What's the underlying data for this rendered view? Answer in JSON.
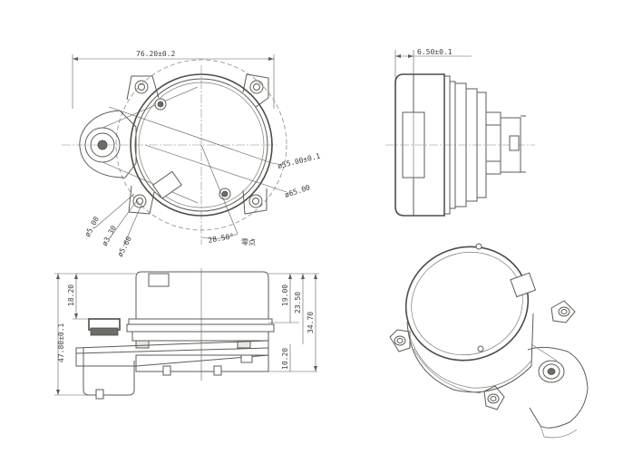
{
  "drawing": {
    "top_view": {
      "overall_width": "76.20±0.2",
      "circle_diameter": "ø55.00±0.1",
      "bolt_circle": "ø65.00",
      "hole_a": "ø5.00",
      "hole_b": "ø3.30",
      "hole_c": "ø5.60",
      "zero_angle": "28.50°",
      "zero_label": "零点"
    },
    "right_view": {
      "thickness": "6.50±0.1"
    },
    "front_view": {
      "upper_height": "18.20",
      "total_height": "47.80±0.1",
      "dim_19": "19.00",
      "dim_23": "23.50",
      "dim_34": "34.70",
      "dim_10": "10.20"
    }
  }
}
